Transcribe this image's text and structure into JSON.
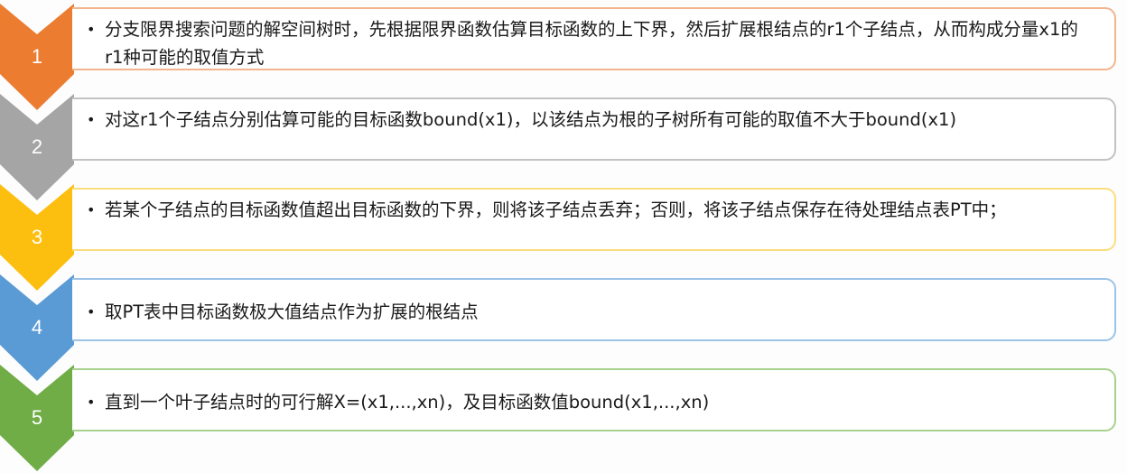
{
  "steps": [
    {
      "number": "1",
      "color": "#ec7c30",
      "border_color": "#f2b58d",
      "text": "分支限界搜索问题的解空间树时，先根据限界函数估算目标函数的上下界，然后扩展根结点的r1个子结点，从而构成分量x1的r1种可能的取值方式"
    },
    {
      "number": "2",
      "color": "#a5a5a5",
      "border_color": "#c2c2c2",
      "text": "对这r1个子结点分别估算可能的目标函数bound(x1)，以该结点为根的子树所有可能的取值不大于bound(x1)"
    },
    {
      "number": "3",
      "color": "#fdbf0f",
      "border_color": "#fbdd7e",
      "text": "若某个子结点的目标函数值超出目标函数的下界，则将该子结点丢弃；否则，将该子结点保存在待处理结点表PT中；"
    },
    {
      "number": "4",
      "color": "#5b9bd5",
      "border_color": "#9cc3e6",
      "text": "取PT表中目标函数极大值结点作为扩展的根结点"
    },
    {
      "number": "5",
      "color": "#70ad47",
      "border_color": "#a9d18e",
      "text": "直到一个叶子结点时的可行解X=(x1,...,xn)，及目标函数值bound(x1,...,xn)"
    }
  ],
  "bullet_glyph": "•"
}
